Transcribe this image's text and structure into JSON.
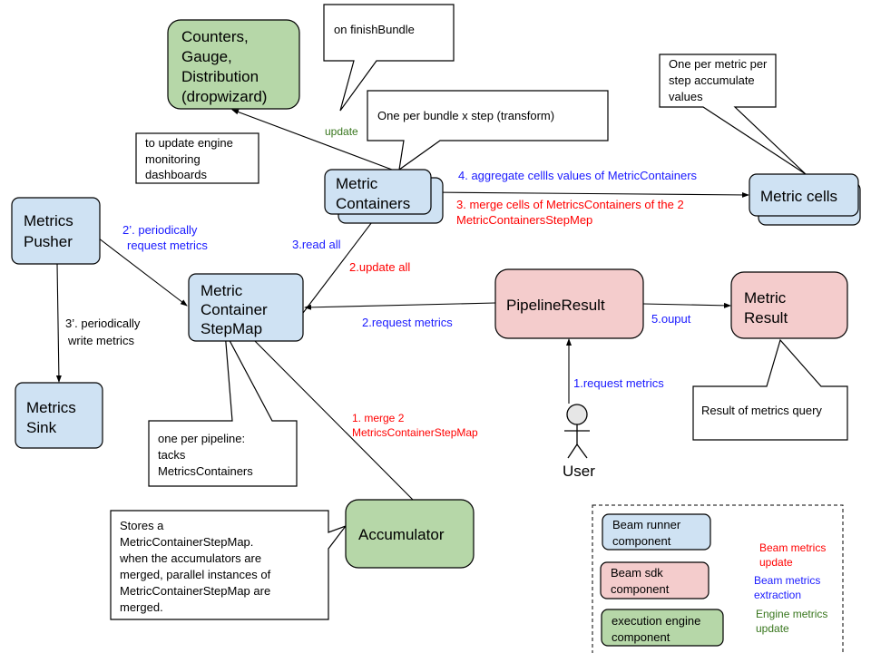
{
  "colors": {
    "runner": "#cfe2f3",
    "sdk": "#f4cccc",
    "engine": "#b6d7a8",
    "sdk_update": "#ff0000",
    "extraction": "#1a1aff",
    "engine_update": "#38761d"
  },
  "nodes": {
    "counters": [
      "Counters,",
      "Gauge,",
      "Distribution",
      "(dropwizard)"
    ],
    "metric_containers": [
      "Metric",
      "Containers"
    ],
    "metric_cells": "Metric cells",
    "metrics_pusher": [
      "Metrics",
      "Pusher"
    ],
    "step_map": [
      "Metric",
      "Container",
      "StepMap"
    ],
    "metrics_sink": [
      "Metrics",
      "Sink"
    ],
    "pipeline_result": "PipelineResult",
    "metric_result": [
      "Metric",
      "Result"
    ],
    "accumulator": "Accumulator",
    "user": "User"
  },
  "notes": {
    "finish_bundle": "on finishBundle",
    "per_bundle": "One per bundle x step (transform)",
    "per_metric": [
      "One per metric per",
      "step accumulate",
      "values"
    ],
    "engine_dashboards": [
      "to update engine",
      "monitoring",
      "dashboards"
    ],
    "per_pipeline": [
      "one per pipeline:",
      "tacks",
      "MetricsContainers"
    ],
    "stores": [
      "Stores a",
      "MetricContainerStepMap.",
      "when the accumulators are",
      "merged, parallel instances of",
      "MetricContainerStepMap are",
      "merged."
    ],
    "result_query": "Result of metrics query"
  },
  "edge_labels": {
    "update": "update",
    "aggregate": "4. aggregate cellls values of MetricContainers",
    "merge_cells": [
      "3. merge cells of MetricsContainers of the 2",
      "MetricContainersStepMep"
    ],
    "periodically_request": [
      "2’. periodically",
      "request metrics"
    ],
    "read_all": "3.read all",
    "update_all": "2.update all",
    "request_metrics_2": "2.request metrics",
    "output": "5.ouput",
    "request_metrics_1": "1.request metrics",
    "merge_2": [
      "1. merge 2",
      "MetricsContainerStepMap"
    ],
    "periodically_write": [
      "3’. periodically",
      "write metrics"
    ]
  },
  "legend": {
    "runner": [
      "Beam runner",
      "component"
    ],
    "sdk": [
      "Beam sdk",
      "component"
    ],
    "engine": [
      "execution engine",
      "component"
    ],
    "sdk_update": [
      "Beam metrics",
      "update"
    ],
    "extraction": [
      "Beam metrics",
      "extraction"
    ],
    "engine_update": [
      "Engine metrics",
      "update"
    ]
  }
}
